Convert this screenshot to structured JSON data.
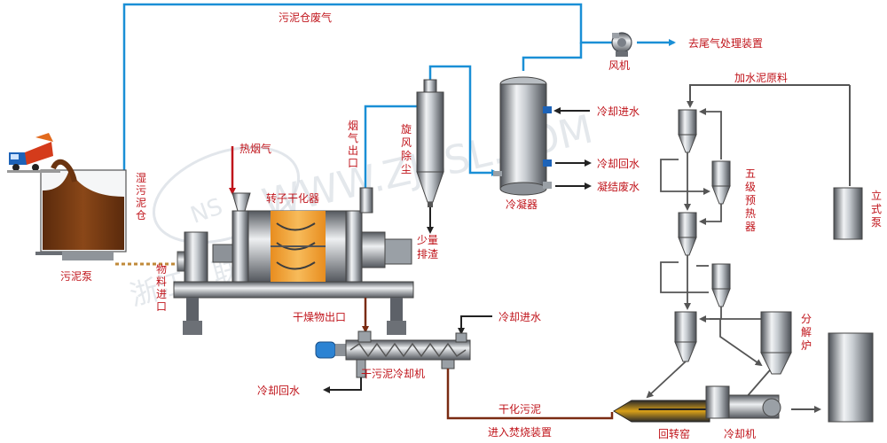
{
  "colors": {
    "gas_line": "#1a8fd6",
    "water_line": "#222222",
    "heat_line": "#c0141b",
    "product_line": "#7a2b12",
    "material_line": "#555555",
    "label": "#c0141b",
    "sludge": "#6b3410",
    "rotor_fill": "#f2a23a",
    "steel_dark": "#5d6168",
    "steel_light": "#e4e7ea"
  },
  "watermark": {
    "logo_letters": "NS",
    "text": "WWW.ZJSSL.COM",
    "company": "浙江三联"
  },
  "labels": {
    "sludge_bin_exhaust": "污泥仓废气",
    "to_tail_gas": "去尾气处理装置",
    "fan": "风机",
    "add_cement_raw": "加水泥原料",
    "cooling_in_condenser": "冷却进水",
    "cooling_return_condenser": "冷却回水",
    "condensate_waste": "凝结废水",
    "condenser": "冷凝器",
    "flue_gas_outlet": "烟气出口",
    "cyclone": "旋风除尘",
    "small_slag": "少量排渣",
    "hot_flue_gas": "热烟气",
    "rotor_dryer": "转子干化器",
    "wet_sludge_bin": "湿污泥仓",
    "sludge_pump": "污泥泵",
    "material_inlet": "物料进口",
    "dry_outlet": "干燥物出口",
    "cooling_in_screw": "冷却进水",
    "screw_cooler": "干污泥冷却机",
    "cooling_return_screw": "冷却回水",
    "dry_sludge": "干化污泥",
    "to_incinerator": "进入焚烧装置",
    "five_stage_preheater": "五级预热器",
    "vertical_pump": "立式泵",
    "calciner": "分解炉",
    "rotary_kiln": "回转窑",
    "cooler": "冷却机"
  }
}
